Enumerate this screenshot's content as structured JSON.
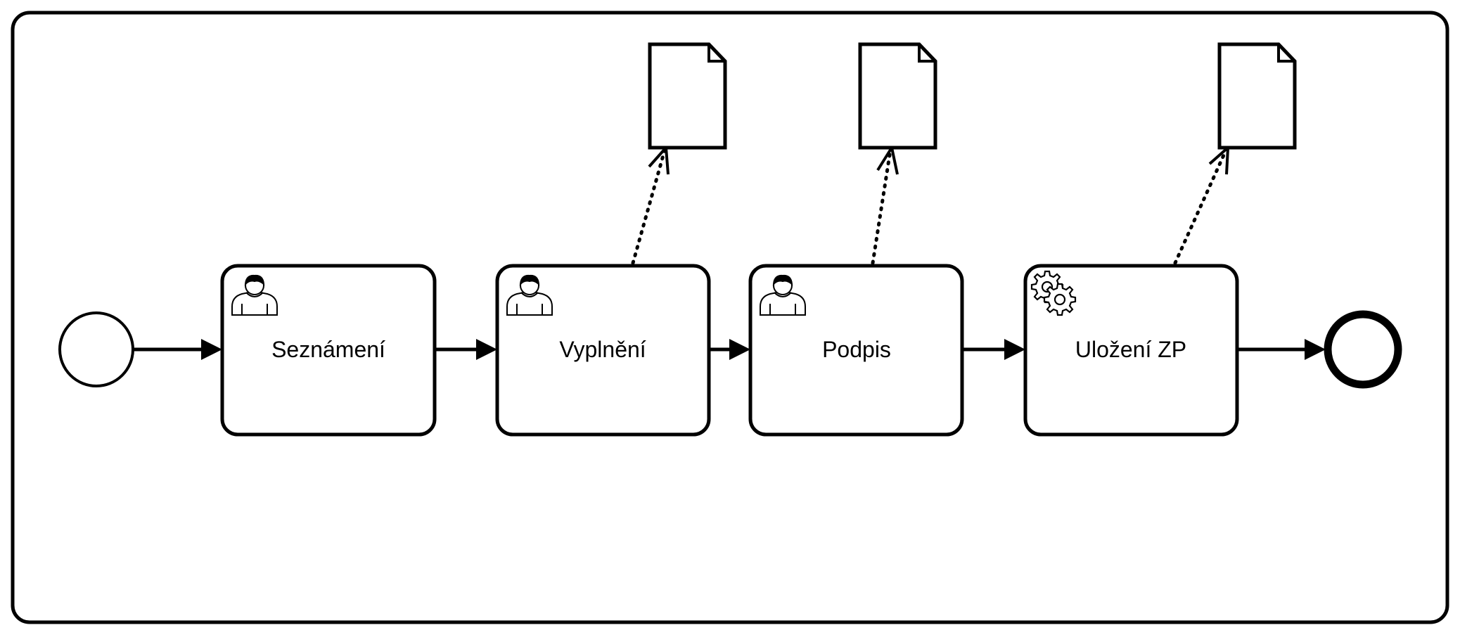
{
  "diagram": {
    "tasks": [
      {
        "id": "t1",
        "label": "Seznámení",
        "kind": "user-task"
      },
      {
        "id": "t2",
        "label": "Vyplnění",
        "kind": "user-task"
      },
      {
        "id": "t3",
        "label": "Podpis",
        "kind": "user-task"
      },
      {
        "id": "t4",
        "label": "Uložení ZP",
        "kind": "service-task"
      }
    ],
    "events": {
      "start": {
        "kind": "start-event"
      },
      "end": {
        "kind": "end-event"
      }
    },
    "data_objects": [
      {
        "id": "d1",
        "from_task": "t2"
      },
      {
        "id": "d2",
        "from_task": "t3"
      },
      {
        "id": "d3",
        "from_task": "t4"
      }
    ],
    "colors": {
      "stroke": "#000000",
      "fill": "#ffffff"
    }
  }
}
